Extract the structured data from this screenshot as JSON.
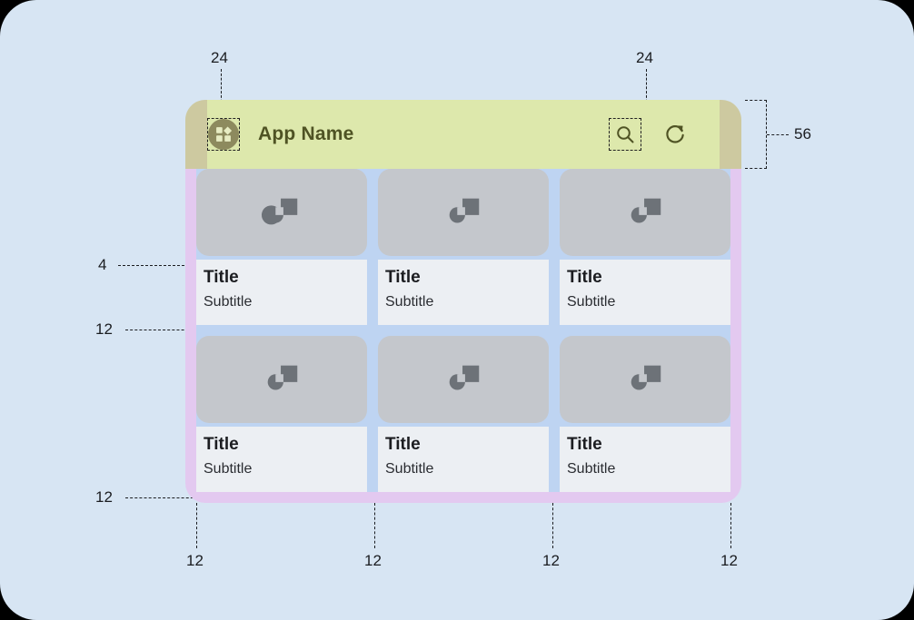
{
  "page": {
    "background_color": "#d7e5f3",
    "frame_color": "#000000"
  },
  "appbar": {
    "title": "App Name",
    "height_spec": "56",
    "background_color": "#dde8ac",
    "padding_color": "#cdc9a0",
    "text_color": "#4f5324",
    "menu_icon": "widgets-icon",
    "search_icon": "search-icon",
    "refresh_icon": "refresh-icon",
    "icon_size_spec_left": "24",
    "icon_size_spec_right": "24"
  },
  "grid": {
    "gutter_color": "#bed4f2",
    "screen_padding_color": "#e3c9f0",
    "columns": 3,
    "rows": 2,
    "column_gap": "12",
    "row_gap": "12",
    "media_text_gap": "4",
    "cards": [
      {
        "title": "Title",
        "subtitle": "Subtitle",
        "media_icon": "image-placeholder-icon"
      },
      {
        "title": "Title",
        "subtitle": "Subtitle",
        "media_icon": "image-placeholder-icon"
      },
      {
        "title": "Title",
        "subtitle": "Subtitle",
        "media_icon": "image-placeholder-icon"
      },
      {
        "title": "Title",
        "subtitle": "Subtitle",
        "media_icon": "image-placeholder-icon"
      },
      {
        "title": "Title",
        "subtitle": "Subtitle",
        "media_icon": "image-placeholder-icon"
      },
      {
        "title": "Title",
        "subtitle": "Subtitle",
        "media_icon": "image-placeholder-icon"
      }
    ]
  },
  "annotations": {
    "top_left_icon": "24",
    "top_right_icon": "24",
    "appbar_height": "56",
    "media_text_gap": "4",
    "row_gap": "12",
    "bottom_padding": "12",
    "col_edge_1": "12",
    "col_edge_2": "12",
    "col_edge_3": "12",
    "col_edge_4": "12"
  }
}
